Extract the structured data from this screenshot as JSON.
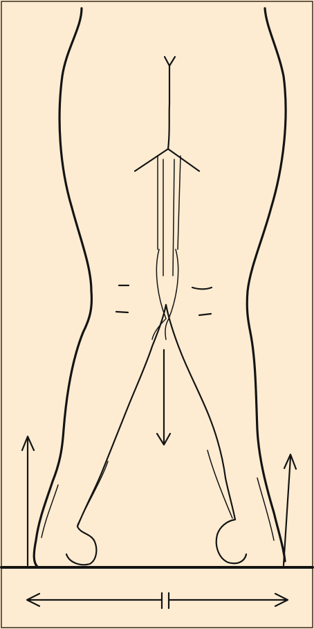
{
  "figure": {
    "background_color": "#fdecd2",
    "frame_color": "#3a2a1a",
    "ink_color": "#141414",
    "subject": "legs-rear-view",
    "arrows": [
      {
        "name": "downward-force-arrow",
        "direction": "down"
      },
      {
        "name": "left-upward-arrow",
        "direction": "up"
      },
      {
        "name": "right-upward-arrow",
        "direction": "up"
      },
      {
        "name": "horizontal-spread-arrow",
        "direction": "left-right"
      }
    ]
  }
}
